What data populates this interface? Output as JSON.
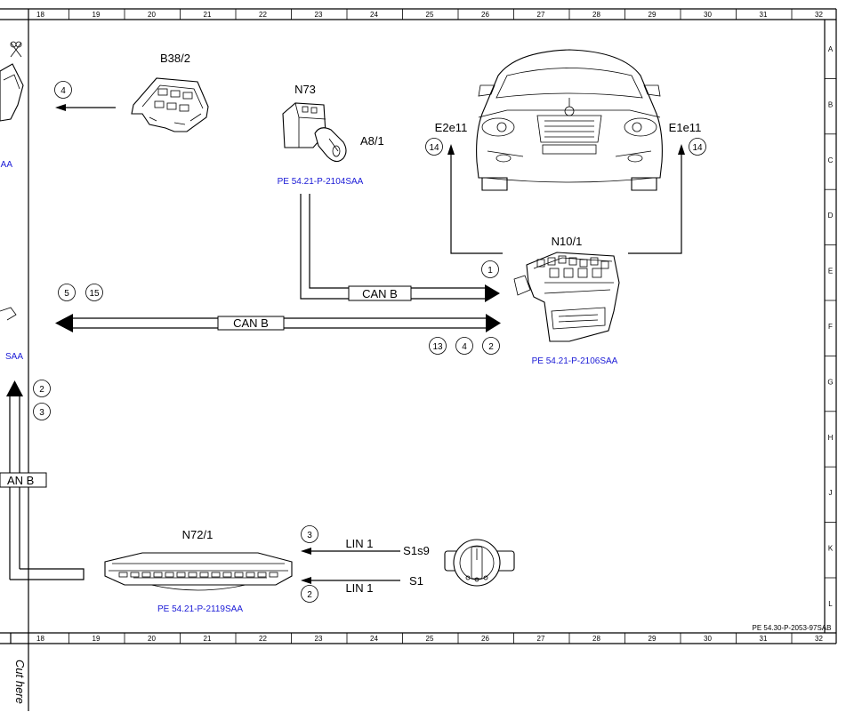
{
  "ruler": {
    "columns": [
      "18",
      "19",
      "20",
      "21",
      "22",
      "23",
      "24",
      "25",
      "26",
      "27",
      "28",
      "29",
      "30",
      "31",
      "32"
    ],
    "rows": [
      "A",
      "B",
      "C",
      "D",
      "E",
      "F",
      "G",
      "H",
      "J",
      "K",
      "L"
    ]
  },
  "components": {
    "b38_2": "B38/2",
    "n73": "N73",
    "a8_1": "A8/1",
    "e2e11": "E2e11",
    "e1e11": "E1e11",
    "n10_1": "N10/1",
    "n72_1": "N72/1",
    "s1s9": "S1s9",
    "s1": "S1"
  },
  "links": {
    "n73": "PE 54.21-P-2104SAA",
    "n10_1": "PE 54.21-P-2106SAA",
    "n72_1": "PE 54.21-P-2119SAA",
    "left_top": "AA",
    "left_mid": "SAA"
  },
  "buses": {
    "can_b_upper": "CAN B",
    "can_b_lower": "CAN B",
    "can_b_left": "AN B",
    "lin_1_upper": "LIN 1",
    "lin_1_lower": "LIN 1"
  },
  "bubbles": {
    "b38_ref": "4",
    "e2e11_ref": "14",
    "e1e11_ref": "14",
    "can_upper_ref": "1",
    "left_a": "5",
    "left_b": "15",
    "can_lower_a": "13",
    "can_lower_b": "4",
    "can_lower_c": "2",
    "vertical_a": "2",
    "vertical_b": "3",
    "lin_upper_ref": "3",
    "lin_lower_ref": "2"
  },
  "footer": {
    "doc_ref": "PE 54.30-P-2053-97SAB",
    "cut_here": "Cut here"
  }
}
